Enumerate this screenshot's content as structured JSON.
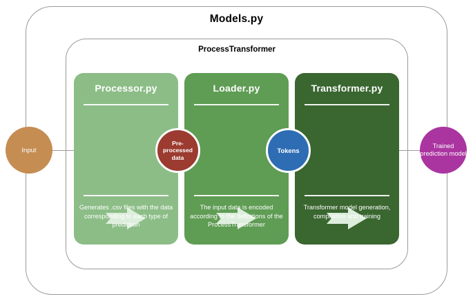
{
  "diagram": {
    "outer_container": {
      "title": "Models.py"
    },
    "inner_container": {
      "title": "ProcessTransformer"
    },
    "panels": [
      {
        "title": "Processor.py",
        "description": "Generates .csv files with the data corresponding to each type of prediction",
        "color": "#8CBD87",
        "arrow_icon": "right-block-arrow-icon"
      },
      {
        "title": "Loader.py",
        "description": "The input data is encoded according to the definitions of the ProcessTransformer",
        "color": "#5F9C54",
        "arrow_icon": "right-block-arrow-icon"
      },
      {
        "title": "Transformer.py",
        "description": "Transformer model generation, compilation and training",
        "color": "#3A6630",
        "arrow_icon": "right-block-arrow-icon"
      }
    ],
    "nodes": [
      {
        "label": "Input",
        "color": "#C58D52"
      },
      {
        "label": "Pre-processed data",
        "color": "#9C3B30"
      },
      {
        "label": "Tokens",
        "color": "#2E6DB4"
      },
      {
        "label": "Trained prediction model",
        "color": "#AA35A0"
      }
    ],
    "arrow_fill": "#DDEEDC"
  }
}
